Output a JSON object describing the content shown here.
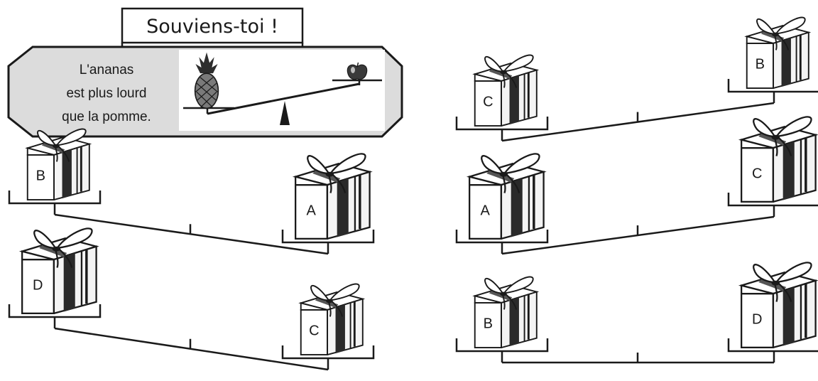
{
  "reminder": {
    "title": "Souviens-toi !",
    "lines": [
      "L'ananas",
      "est plus lourd",
      "que la pomme."
    ]
  },
  "scales": [
    {
      "left": "B",
      "right": "A",
      "heavier": "right"
    },
    {
      "left": "D",
      "right": "C",
      "heavier": "right"
    },
    {
      "left": "C",
      "right": "B",
      "heavier": "left"
    },
    {
      "left": "A",
      "right": "C",
      "heavier": "left"
    },
    {
      "left": "B",
      "right": "D",
      "heavier": "none"
    }
  ]
}
